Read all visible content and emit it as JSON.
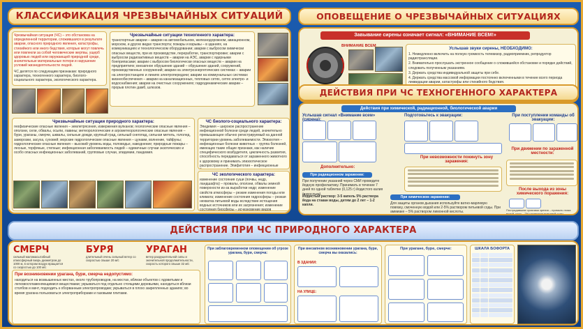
{
  "headers": {
    "classification": "КЛАССИФИКАЦИЯ ЧРЕЗВЫЧАЙНЫХ СИТУАЦИЙ",
    "warning": "ОПОВЕЩЕНИЕ О ЧРЕЗВЫЧАЙНЫХ СИТУАЦИЯХ",
    "technogenic_actions": "ДЕЙСТВИЯ ПРИ ЧС ТЕХНОГЕННОГО ХАРАКТЕРА",
    "natural_actions": "ДЕЙСТВИЯ ПРИ ЧС ПРИРОДНОГО ХАРАКТЕРА"
  },
  "classification": {
    "intro": "Чрезвычайная ситуация (ЧС) – это обстановка на определенной территории, сложившаяся в результате аварии, опасного природного явления, катастрофы, стихийного или иного бедствия, которые могут повлечь или повлекли за собой человеческие жертвы, ущерб здоровью людей или окружающей природной среде, значительные материальные потери и нарушение условий жизнедеятельности людей.",
    "intro2": "ЧС делятся по следующим признакам: природного характера, техногенного характера, биолого-социального характера, экологического характера.",
    "techno_title": "Чрезвычайные ситуации техногенного характера:",
    "techno_items": "транспортные аварии – аварии на автомобильном, железнодорожном, авиационном, морском, и других видах транспорта; пожары и взрывы – в зданиях, на коммуникациях и технологическом оборудовании; аварии с выбросом химически опасных веществ, при их производстве, переработке, транспортировке; аварии с выбросом радиоактивных веществ – аварии на АЭС, аварии с ядерными боеприпасами; аварии с выбросом биологически опасных веществ – аварии на предприятиях; внезапное обрушение зданий – обрушение зданий, сооружений, производственных сооружений; аварии на электроэнергетических системах – аварии на электростанциях и линиях электропередачи; аварии на коммунальных системах жизнеобеспечения – аварии на канализационных, тепловых сетях, сетях электро- и водоснабжения; аварии на очистных сооружениях; гидродинамические аварии – прорыв плотин дамб, шлюзов.",
    "natural_title": "Чрезвычайные ситуации природного характера:",
    "natural_items": "геофизические опасные явления – землетрясения, извержения вулканов; геологические опасные явления – оползни, сели, обвалы, осыпи, лавины; метеорологические и агрометеорологические опасные явления – бури, ураганы, смерчи, шквалы, сильные дожди, крупный град, сильный снегопад, сильная метель, гололед, заморозки, засуха, суховей; морские гидрологические опасные явления – цунами, волнение, тайфуны; гидрологические опасные явления – высокий уровень воды, половодье, наводнение; природные пожары – лесные, торфяные, степные; инфекционная заболеваемость людей – единичные случаи экзотических и особо опасных инфекционных заболеваний, групповые случаи, эпидемии, пандемия.",
    "bio_title": "ЧС биолого-социального характера:",
    "bio_items": "Эпидемия – широкое распространение инфекционной болезни среди людей, значительно превышающее обычно регистрируемый на данной территории уровень заболеваемости. Эпизоотия – инфекционные болезни животных – группа болезней, имеющих такие общие признаки, как наличие специфического возбудителя, цикличность развития, способность передаваться от зараженного животного к здоровому и принимать эпизоотическое распространение. Эпифитотия – инфекционные болезни растений.",
    "eco_title": "ЧС экологического характера:",
    "eco_items": "изменение состояния суши (почвы, недр, ландшафта) – провалы, оползни, обвалы земной поверхности из-за выработки недр; изменение свойств атмосферы – резкие изменения погоды или климата; изменение состояния гидросферы – резкая нехватка питьевой воды вследствие истощения водных источников или их загрязнения; изменение состояния биосферы – исчезновение видов животных и растений."
  },
  "warning": {
    "banner": "Завывание сирены означает сигнал: «ВНИМАНИЕ ВСЕМ!»",
    "siren_label": "ВНИМАНИЕ ВСЕМ",
    "heard_title": "Услышав звуки сирены, НЕОБХОДИМО:",
    "steps": [
      "1. Немедленно включить на полную громкость телевизор, радиоприемник, репродуктор радиотрансляции.",
      "2. Внимательно прослушать экстренное сообщение о сложившейся обстановке и порядке действий, следовать полученным указаниям.",
      "3. Держать средства индивидуальной защиты при себе.",
      "4. Держать средства массовой информации постоянно включенными в течение всего периода ликвидации аварии, катастрофы или стихийного бедствия."
    ]
  },
  "techno": {
    "sub": "Действия при химической, радиационной, биологической аварии",
    "col1_title": "Услышав сигнал «Внимание всем» (сирена):",
    "col2_title": "Подготовьтесь к эвакуации:",
    "col3_title": "При поступлении команды об эвакуации:",
    "extra_title": "Дополнительно:",
    "radiation_title": "При радиационном заражении:",
    "radiation_text": "При получении указаний через СМИ проведите йодную профилактику. Принимать в течение 7 дней по одной таблетке (0,125 г) йодистого калия (взрослым).",
    "iodine_text": "Йодистый раствор: 3-5 капель 5% раствора йода на стакан воды, детям до 2 лет – 1-2 капли.",
    "cannot_leave": "При невозможности покинуть зону заражения:",
    "moving_title": "При движении по зараженной местности:",
    "after_exit": "После выхода из зоны химического поражения:",
    "chem_title": "При химическом заражении:",
    "chem_text": "Для защиты органов дыхания используйте ватно-марлевую повязку, смоченную водой или 2-5% раствором питьевой соды. При аммиаке – 5% раствором лимонной кислоты.",
    "aid_text": "Пострадавшим органами зрения – промыть глаза водой, кожу – 2% раствором питьевой соды."
  },
  "natural": {
    "storm_words": [
      "СМЕРЧ",
      "БУРЯ",
      "УРАГАН"
    ],
    "storm_defs": [
      "сильный маломасштабный атмосферный вихрь диаметром до 1000 м, в котором воздух вращается со скоростью до 100 м/с",
      "длительный очень сильный ветер со скоростью свыше 20 м/с",
      "ветер разрушительной силы и значительной продолжительности, скорость которого свыше 32 м/с"
    ],
    "occurs_title": "При возникновении урагана, бури, смерча недопустимо:",
    "occurs_items": "находиться на возвышенных местах, около трубопроводов, на мостах, вблизи объектов с ядовитыми и легковоспламеняющимися веществами; укрываться под отдельно стоящими деревьями, находиться вблизи столбов и мачт, подходить к оборванным электропроводам; укрываться в плохо закрепленных зданиях; во время урагана пользоваться электроприборами и газовыми плитами.",
    "panel1_title": "При заблаговременном оповещении об угрозе урагана, бури, смерча:",
    "panel2_title": "При внезапном возникновении урагана, бури, смерча вы оказались:",
    "panel2_in_building": "В ЗДАНИИ:",
    "panel2_outside": "НА УЛИЦЕ:",
    "panel3_title": "При урагане, буре, смерче:",
    "beaufort_title": "ШКАЛА БОФОРТА",
    "beaufort_rows": 13
  }
}
